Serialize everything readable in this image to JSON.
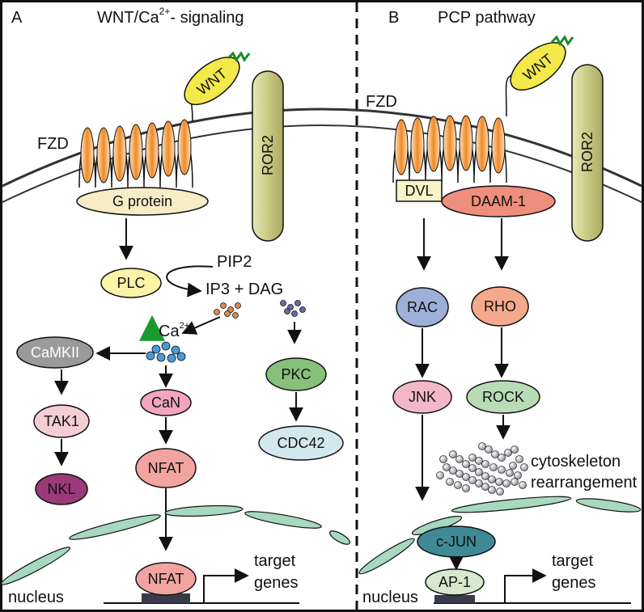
{
  "panels": {
    "a": {
      "letter": "A",
      "title_main": "WNT/Ca",
      "title_sup": "2+",
      "title_tail": "- signaling"
    },
    "b": {
      "letter": "B",
      "title": "PCP pathway"
    }
  },
  "labels": {
    "fzd_a": "FZD",
    "fzd_b": "FZD",
    "wnt_a": "WNT",
    "wnt_b": "WNT",
    "ror2_a": "ROR2",
    "ror2_b": "ROR2",
    "nucleus_a": "nucleus",
    "nucleus_b": "nucleus",
    "target_a_1": "target",
    "target_a_2": "genes",
    "target_b_1": "target",
    "target_b_2": "genes",
    "cytoskeleton_1": "cytoskeleton",
    "cytoskeleton_2": "rearrangement",
    "pip2": "PIP2",
    "ip3_dag": "IP3 + DAG",
    "ca": "Ca",
    "ca_sup": "2+"
  },
  "nodes": {
    "g_protein": {
      "label": "G protein",
      "color": "#f8ecc6"
    },
    "plc": {
      "label": "PLC",
      "color": "#fbf3a6"
    },
    "camkii": {
      "label": "CaMKII",
      "color": "#9a9a9a"
    },
    "tak1": {
      "label": "TAK1",
      "color": "#f5cdd4"
    },
    "nkl": {
      "label": "NKL",
      "color": "#9b3a78"
    },
    "can": {
      "label": "CaN",
      "color": "#f1a6bd"
    },
    "nfat": {
      "label": "NFAT",
      "color": "#f2a4a0"
    },
    "nfat_nuc": {
      "label": "NFAT",
      "color": "#f2a4a0"
    },
    "pkc": {
      "label": "PKC",
      "color": "#86c07a"
    },
    "cdc42": {
      "label": "CDC42",
      "color": "#d3e7ee"
    },
    "dvl": {
      "label": "DVL",
      "color": "#f8f4c8"
    },
    "daam1": {
      "label": "DAAM-1",
      "color": "#ee8e7c"
    },
    "rac": {
      "label": "RAC",
      "color": "#9eb0d8"
    },
    "rho": {
      "label": "RHO",
      "color": "#f5a98c"
    },
    "jnk": {
      "label": "JNK",
      "color": "#f2b7c8"
    },
    "rock": {
      "label": "ROCK",
      "color": "#b8ddb6"
    },
    "cjun": {
      "label": "c-JUN",
      "color": "#3f8a96"
    },
    "ap1": {
      "label": "AP-1",
      "color": "#d6e9cf"
    }
  },
  "colors": {
    "membrane": "#333333",
    "fzd_orange": "#f08a24",
    "ror2": "#c9c983",
    "wnt": "#f4e94a",
    "wnt_squiggle": "#1a8a2a",
    "nucleus_envelope": "#a8d8bd",
    "ca_arrow": "#1a9a2a",
    "ca_dots": "#4a9ad8",
    "ip3_dots": "#e08a4a",
    "dag_dots": "#6a6aa8",
    "cytoskeleton": "#9a9aa8",
    "dna_box": "#3a3a4a"
  }
}
